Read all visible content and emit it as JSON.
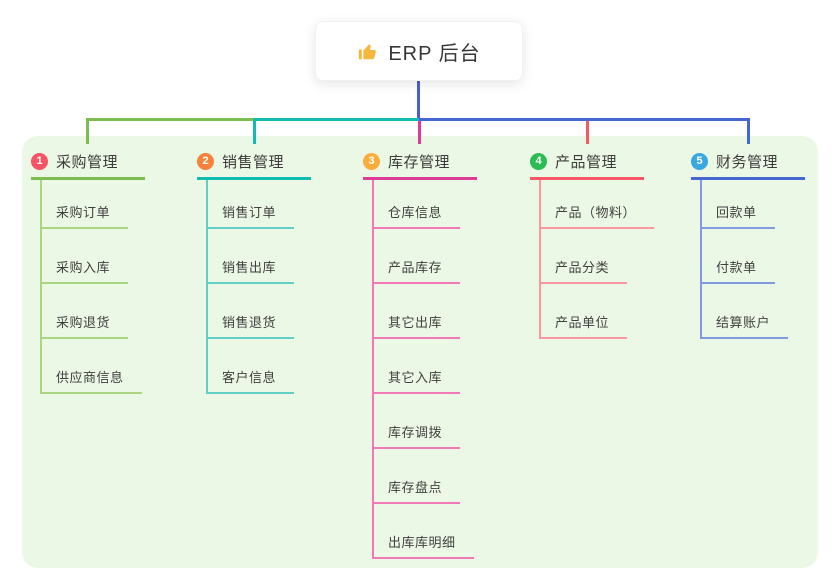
{
  "root": {
    "title": "ERP 后台",
    "icon": "thumbs-up-icon",
    "line_color": "#4b5fd3"
  },
  "panel": {
    "bg_color": "#ecf8e6"
  },
  "branches": [
    {
      "num": "1",
      "label": "采购管理",
      "colors": {
        "badge": "#f75565",
        "line": "#7cbd4d",
        "child_line": "#a9d67f"
      },
      "children": [
        "采购订单",
        "采购入库",
        "采购退货",
        "供应商信息"
      ]
    },
    {
      "num": "2",
      "label": "销售管理",
      "colors": {
        "badge": "#f8813c",
        "line": "#12bcb2",
        "child_line": "#62cfc7"
      },
      "children": [
        "销售订单",
        "销售出库",
        "销售退货",
        "客户信息"
      ]
    },
    {
      "num": "3",
      "label": "库存管理",
      "colors": {
        "badge": "#fbad3c",
        "line": "#dd3d96",
        "child_line": "#f07ab8"
      },
      "children": [
        "仓库信息",
        "产品库存",
        "其它出库",
        "其它入库",
        "库存调拨",
        "库存盘点",
        "出库库明细"
      ]
    },
    {
      "num": "4",
      "label": "产品管理",
      "colors": {
        "badge": "#2dbb53",
        "line": "#f65866",
        "child_line": "#fa97a0"
      },
      "children": [
        "产品（物料）",
        "产品分类",
        "产品单位"
      ]
    },
    {
      "num": "5",
      "label": "财务管理",
      "colors": {
        "badge": "#38a8e0",
        "line": "#4467d2",
        "child_line": "#7f9ce0"
      },
      "children": [
        "回款单",
        "付款单",
        "结算账户"
      ]
    }
  ]
}
